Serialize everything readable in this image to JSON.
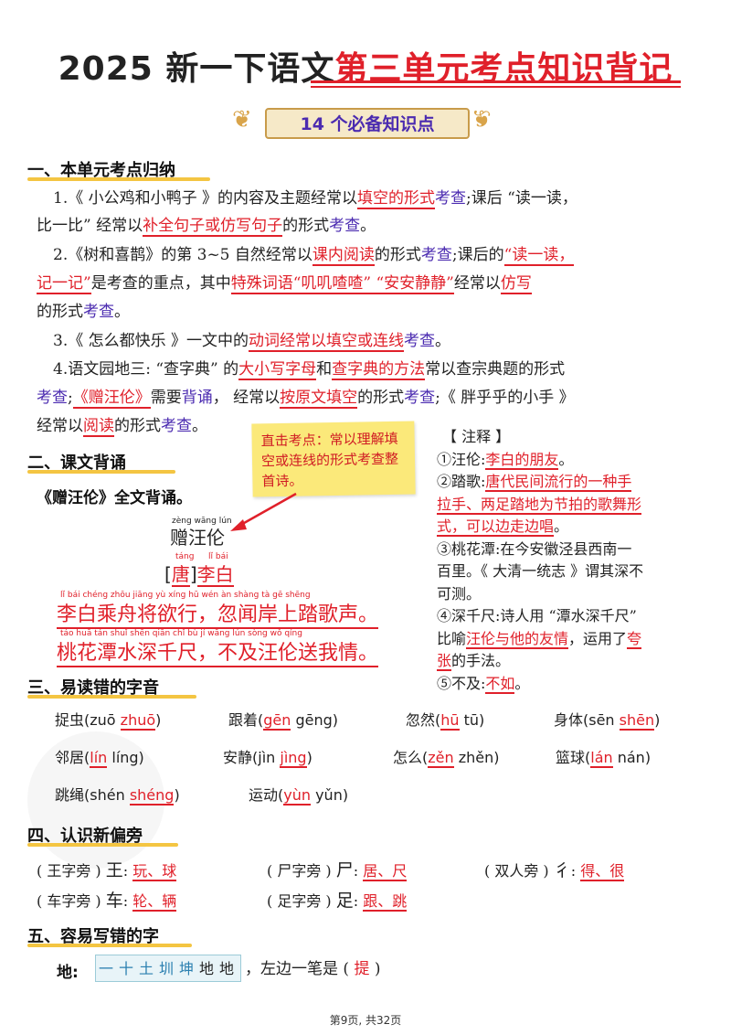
{
  "title": {
    "part1": "2025 新一下语文",
    "part2": "第三单元考点知识背记"
  },
  "banner": "14 个必备知识点",
  "section1": {
    "heading": "一、本单元考点归纳",
    "items": [
      {
        "lines": [
          [
            "1.《 小公鸡和小鸭子 》的内容及主题经常以",
            "填空的形式",
            "考查",
            ";课后 “读一读，"
          ],
          [
            "比一比” 经常以",
            "补全句子或仿写句子",
            "的形式",
            "考查",
            "。"
          ]
        ]
      },
      {
        "lines": [
          [
            "2.《树和喜鹊》的第 3~5 自然经常以",
            "课内阅读",
            "的形式",
            "考查",
            ";课后的",
            "“读一读，"
          ],
          [
            "记一记”",
            "是考查的重点，其中",
            "特殊词语“叽叽喳喳” “安安静静”",
            "经常以",
            "仿写"
          ],
          [
            "的形式",
            "考查",
            "。"
          ]
        ]
      },
      {
        "lines": [
          [
            "3.《 怎么都快乐 》一文中的",
            "动词经常以填空或连线",
            "考查",
            "。"
          ]
        ]
      },
      {
        "lines": [
          [
            "4.语文园地三: “查字典” 的",
            "大小写字母",
            "和",
            "查字典的方法",
            "常以查宗典题的形式"
          ],
          [
            "考查",
            ";",
            "《赠汪伦》",
            "需要",
            "背诵",
            "， 经常以",
            "按原文填空",
            "的形式",
            "考查",
            ";《 胖乎乎的小手 》"
          ],
          [
            "经常以",
            "阅读",
            "的形式",
            "考查",
            "。"
          ]
        ]
      }
    ]
  },
  "sticky": "直击考点：常以理解填空或连线的形式考查整首诗。",
  "section2": {
    "heading": "二、课文背诵",
    "subheading": "《赠汪伦》全文背诵。",
    "poem_title": "赠汪伦",
    "poem_title_pinyin": "zèng wāng lún",
    "dynasty": "唐",
    "dynasty_pinyin": "táng",
    "author": "李白",
    "author_pinyin": "lǐ bái",
    "line1": "李白乘舟将欲行，忽闻岸上踏歌声。",
    "line1_pinyin": "lǐ  bái  chéng zhōu jiāng yù  xíng      hū  wén  àn  shàng  tà  gē  shēng",
    "line2": "桃花潭水深千尺，不及汪伦送我情。",
    "line2_pinyin": "táo  huā  tán  shuǐ shēn qiān chǐ      bù  jí  wāng lún  sòng wǒ  qíng"
  },
  "notes": {
    "heading": "【 注释 】",
    "n1": [
      "①汪伦:",
      "李白的朋友",
      "。"
    ],
    "n2": [
      "②踏歌:",
      "唐代民间流行的一种手",
      "拉手、两足踏地为节拍的歌舞形",
      "式，可以边走边唱",
      "。"
    ],
    "n3": [
      "③桃花潭:在今安徽泾县西南一",
      "百里。《 大清一统志 》谓其深不",
      "可测。"
    ],
    "n4": [
      "④深千尺:诗人用 “潭水深千尺”",
      "比喻",
      "汪伦与他的友情",
      "，运用了",
      "夸",
      "张",
      "的手法。"
    ],
    "n5": [
      "⑤不及:",
      "不如",
      "。"
    ]
  },
  "section3": {
    "heading": "三、易读错的字音",
    "rows": [
      [
        {
          "word": "捉虫(zuō",
          "ans": "zhuō",
          "tail": ")"
        },
        {
          "word": "跟着(",
          "ans": "gēn",
          "tail": "  gēng)"
        },
        {
          "word": "忽然(",
          "ans": "hū",
          "tail": "  tū)"
        },
        {
          "word": "身体(sēn",
          "ans": "shēn",
          "tail": ")"
        }
      ],
      [
        {
          "word": "邻居(",
          "ans": "lín",
          "tail": "  líng)"
        },
        {
          "word": "安静(jìn",
          "ans": "jìng",
          "tail": ")"
        },
        {
          "word": "怎么(",
          "ans": "zěn",
          "tail": "  zhěn)"
        },
        {
          "word": "篮球(",
          "ans": "lán",
          "tail": "  nán)"
        }
      ],
      [
        {
          "word": "跳绳(shén",
          "ans": "shéng",
          "tail": ")"
        },
        {
          "word": "运动(",
          "ans": "yùn",
          "tail": "  yǔn)"
        }
      ]
    ]
  },
  "section4": {
    "heading": "四、认识新偏旁",
    "rows": [
      [
        {
          "label": "( 王字旁 )",
          "radical": "王",
          "ans": "玩、球"
        },
        {
          "label": "( 尸字旁 )",
          "radical": "尸",
          "ans": "居、尺"
        },
        {
          "label": "( 双人旁 )",
          "radical": "彳",
          "ans": "得、很"
        }
      ],
      [
        {
          "label": "( 车字旁 )",
          "radical": "车",
          "ans": "轮、辆"
        },
        {
          "label": "( 足字旁 )",
          "radical": "足",
          "ans": "跟、跳"
        }
      ]
    ]
  },
  "section5": {
    "heading": "五、容易写错的字",
    "char_label": "地:",
    "strokes": [
      "一",
      "十",
      "土",
      "圳",
      "坤",
      "地",
      "地"
    ],
    "text": "，左边一笔是 (",
    "ans": "提",
    "close": ")"
  },
  "footer": "第9页, 共32页"
}
